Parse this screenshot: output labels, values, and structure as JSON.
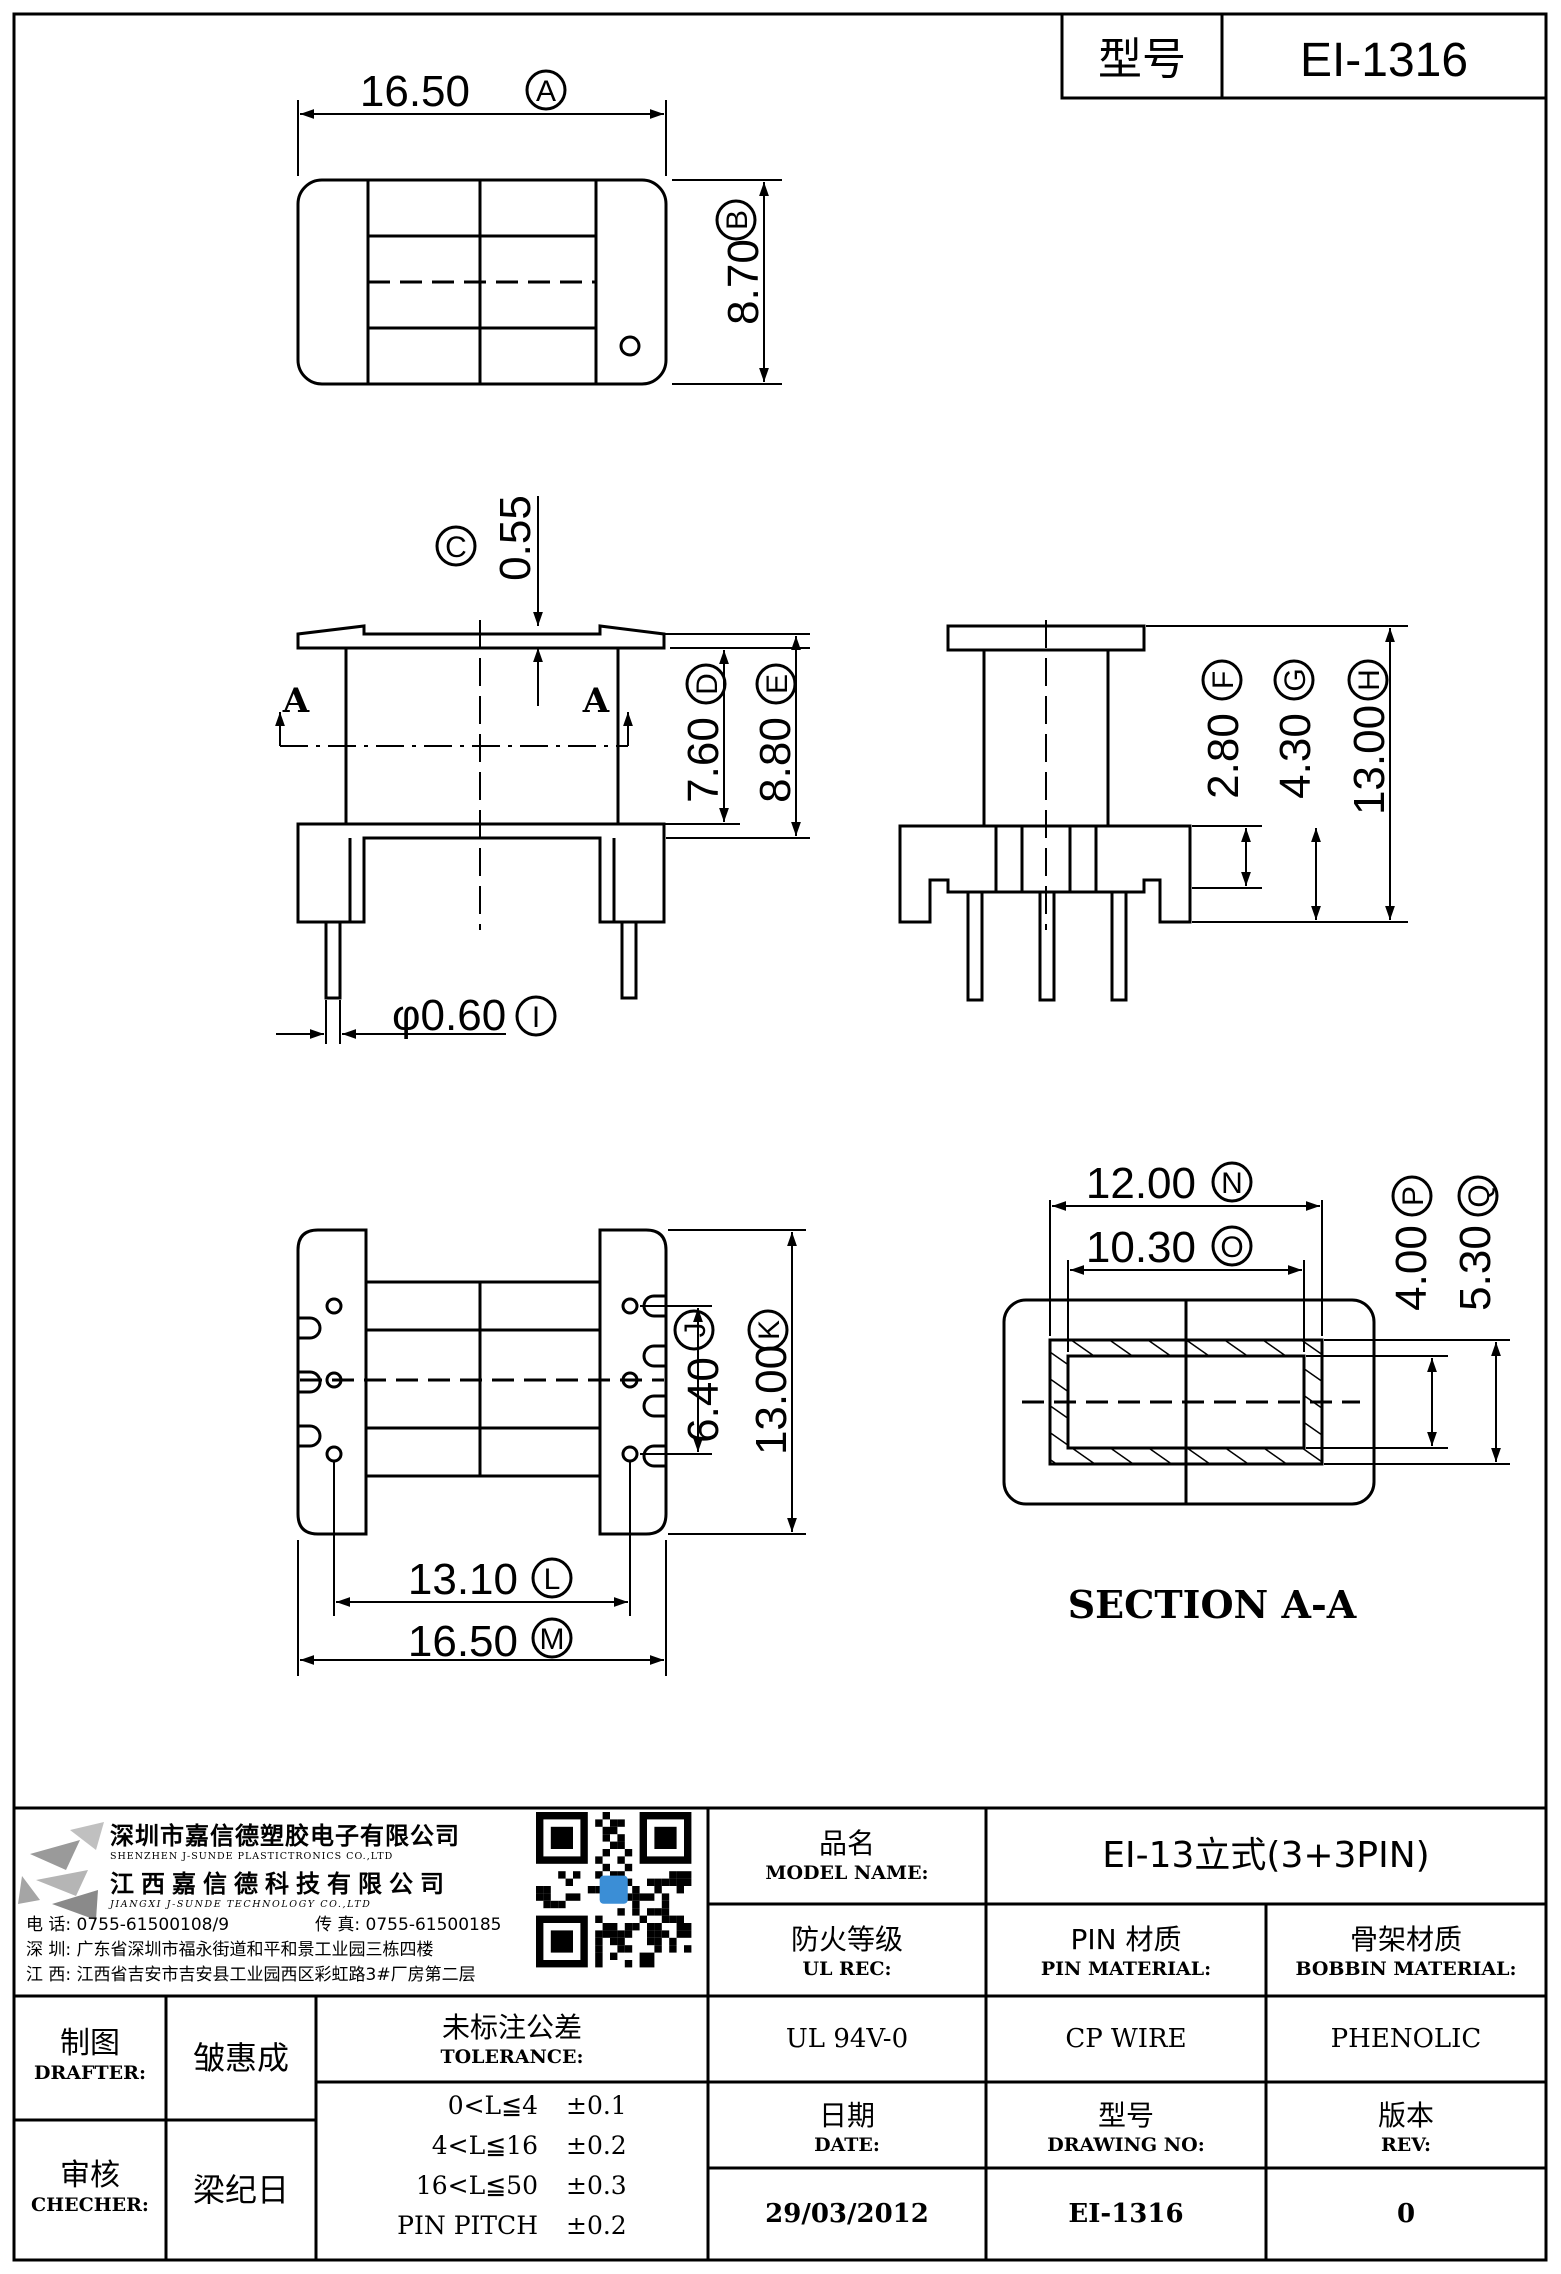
{
  "header": {
    "label_model": "型号",
    "model": "EI-1316"
  },
  "views": {
    "top": {
      "width": "16.50",
      "width_ref": "A",
      "height": "8.70",
      "height_ref": "B"
    },
    "front": {
      "flange": "0.55",
      "flange_ref": "C",
      "h_d": "7.60",
      "h_d_ref": "D",
      "h_e": "8.80",
      "h_e_ref": "E",
      "pin_dia": "φ0.60",
      "pin_ref": "I",
      "section_mark": "A"
    },
    "side": {
      "f": "2.80",
      "f_ref": "F",
      "g": "4.30",
      "g_ref": "G",
      "h": "13.00",
      "h_ref": "H"
    },
    "bottom": {
      "j": "6.40",
      "j_ref": "J",
      "k": "13.00",
      "k_ref": "K",
      "l": "13.10",
      "l_ref": "L",
      "m": "16.50",
      "m_ref": "M"
    },
    "section": {
      "n": "12.00",
      "n_ref": "N",
      "o": "10.30",
      "o_ref": "O",
      "p": "4.00",
      "p_ref": "P",
      "q": "5.30",
      "q_ref": "Q",
      "title": "SECTION A-A"
    }
  },
  "company": {
    "name_cn1": "深圳市嘉信德塑胶电子有限公司",
    "name_en1": "SHENZHEN J-SUNDE PLASTICTRONICS CO.,LTD",
    "name_cn2": "江西嘉信德科技有限公司",
    "name_en2": "JIANGXI J-SUNDE TECHNOLOGY CO.,LTD",
    "phone": "电 话: 0755-61500108/9",
    "fax": "传 真: 0755-61500185",
    "addr1": "深 圳: 广东省深圳市福永街道和平和景工业园三栋四楼",
    "addr2": "江 西: 江西省吉安市吉安县工业园西区彩虹路3#厂房第二层"
  },
  "table": {
    "model_name_cn": "品名",
    "model_name_en": "MODEL NAME:",
    "model_name_val": "EI-13立式(3+3PIN)",
    "ul_cn": "防火等级",
    "ul_en": "UL REC:",
    "ul_val": "UL 94V-0",
    "pin_cn": "PIN 材质",
    "pin_en": "PIN MATERIAL:",
    "pin_val": "CP WIRE",
    "bobbin_cn": "骨架材质",
    "bobbin_en": "BOBBIN MATERIAL:",
    "bobbin_val": "PHENOLIC",
    "drafter_cn": "制图",
    "drafter_en": "DRAFTER:",
    "drafter_val": "皱惠成",
    "checker_cn": "审核",
    "checker_en": "CHECHER:",
    "checker_val": "梁纪日",
    "tol_cn": "未标注公差",
    "tol_en": "TOLERANCE:",
    "tol_rows": [
      {
        "range": "0<L≦4",
        "val": "±0.1"
      },
      {
        "range": "4<L≦16",
        "val": "±0.2"
      },
      {
        "range": "16<L≦50",
        "val": "±0.3"
      },
      {
        "range": "PIN PITCH",
        "val": "±0.2"
      }
    ],
    "date_cn": "日期",
    "date_en": "DATE:",
    "date_val": "29/03/2012",
    "dwg_cn": "型号",
    "dwg_en": "DRAWING NO:",
    "dwg_val": "EI-1316",
    "rev_cn": "版本",
    "rev_en": "REV:",
    "rev_val": "0"
  }
}
